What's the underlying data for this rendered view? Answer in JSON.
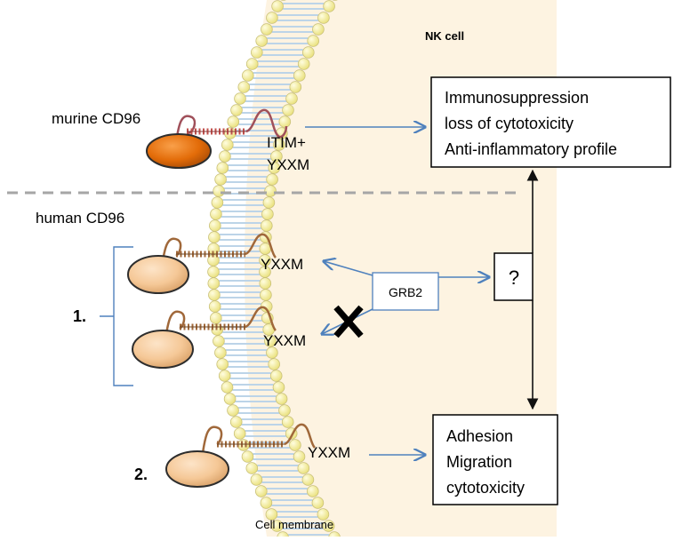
{
  "title": "NK cell",
  "membrane_label": "Cell membrane",
  "murine": {
    "label": "murine CD96",
    "motif_line1": "ITIM+",
    "motif_line2": "YXXM"
  },
  "human": {
    "label": "human CD96",
    "group1_label": "1.",
    "group2_label": "2.",
    "motif_a": "YXXM",
    "motif_b": "YXXM",
    "motif_c": "YXXM",
    "adapter": "GRB2",
    "unknown": "?"
  },
  "outcomes": {
    "murine": [
      "Immunosuppression",
      "loss of cytotoxicity",
      "Anti-inflammatory profile"
    ],
    "human": [
      "Adhesion",
      "Migration",
      "cytotoxicity"
    ]
  },
  "colors": {
    "cytoplasm": "#fdf3e1",
    "arrow": "#4f81bd",
    "murine_ligand": "#e36c09",
    "human_ligand": "#f5c897",
    "murine_coil": "#c0504d",
    "human_coil": "#a0683a",
    "lipid_head": "#f3ee9a",
    "lipid_tail": "#bcd4e8"
  },
  "icons": {
    "blocked": "cross-icon"
  }
}
